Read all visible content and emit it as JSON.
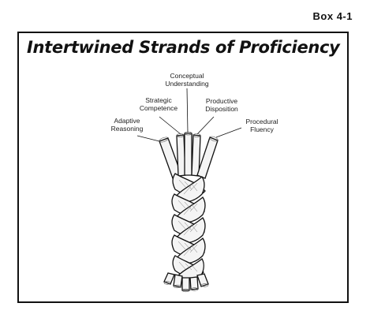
{
  "box_label": "Box 4-1",
  "title": "Intertwined Strands of Proficiency",
  "strands": [
    {
      "id": "conceptual",
      "label": "Conceptual\nUnderstanding"
    },
    {
      "id": "strategic",
      "label": "Strategic\nCompetence"
    },
    {
      "id": "productive",
      "label": "Productive\nDisposition"
    },
    {
      "id": "adaptive",
      "label": "Adaptive\nReasoning"
    },
    {
      "id": "procedural",
      "label": "Procedural\nFluency"
    }
  ],
  "colors": {
    "ink": "#111111",
    "rope_fill": "#f4f4f4"
  }
}
